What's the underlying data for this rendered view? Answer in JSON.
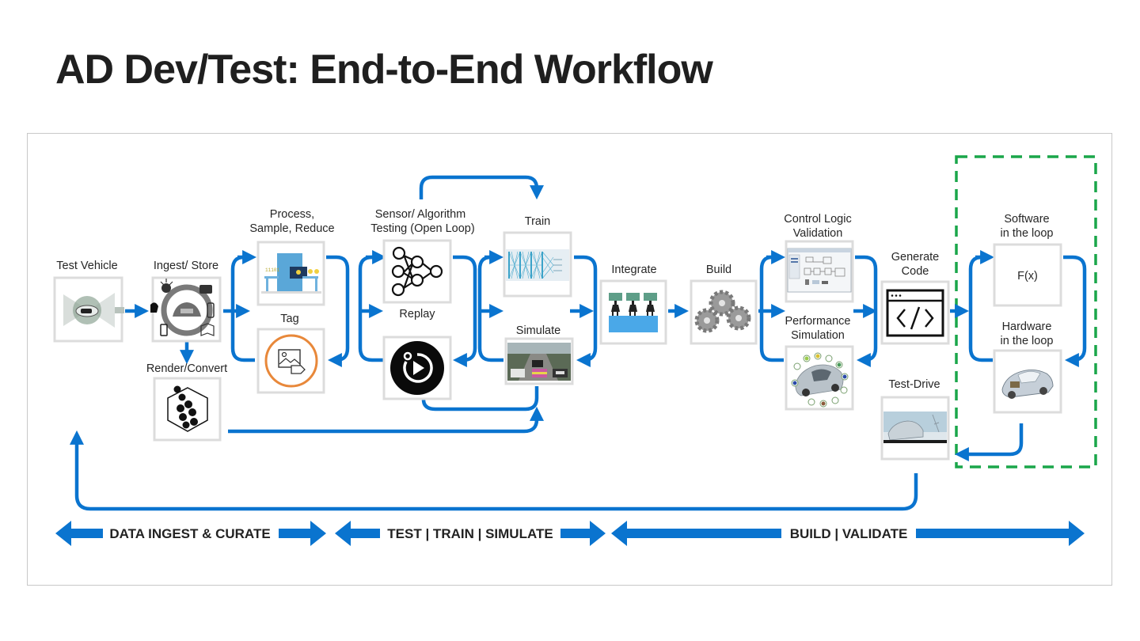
{
  "page_title": "AD Dev/Test: End-to-End Workflow",
  "colors": {
    "flow_arrow": "#0a74cf",
    "loop_box_dash": "#1aa64a",
    "tag_ring": "#e8883a",
    "box_border": "#dcdcdc"
  },
  "nodes": {
    "test_vehicle": {
      "label": "Test Vehicle",
      "icon": "sensor-car-icon"
    },
    "ingest_store": {
      "label": "Ingest/ Store",
      "icon": "steering-wheel-sensors-icon"
    },
    "render_convert": {
      "label": "Render/Convert",
      "icon": "hexagon-cubes-icon"
    },
    "process": {
      "label_line1": "Process,",
      "label_line2": "Sample, Reduce",
      "icon": "data-machine-icon"
    },
    "tag": {
      "label": "Tag",
      "icon": "image-tag-icon"
    },
    "sensor_testing": {
      "label_line1": "Sensor/ Algorithm",
      "label_line2": "Testing (Open Loop)",
      "icon": "neural-network-icon"
    },
    "replay": {
      "label": "Replay",
      "icon": "replay-icon"
    },
    "train": {
      "label": "Train",
      "icon": "deep-network-icon"
    },
    "simulate": {
      "label": "Simulate",
      "icon": "driving-simulation-icon"
    },
    "integrate": {
      "label": "Integrate",
      "icon": "plug-integrate-icon"
    },
    "build": {
      "label": "Build",
      "icon": "gears-icon"
    },
    "control_logic": {
      "label_line1": "Control Logic",
      "label_line2": "Validation",
      "icon": "control-model-icon"
    },
    "performance_sim": {
      "label_line1": "Performance",
      "label_line2": "Simulation",
      "icon": "car-components-icon"
    },
    "generate_code": {
      "label_line1": "Generate",
      "label_line2": "Code",
      "icon": "code-window-icon"
    },
    "test_drive": {
      "label": "Test-Drive",
      "icon": "winter-car-icon"
    },
    "software_loop": {
      "label_line1": "Software",
      "label_line2": "in the loop",
      "content": "F(x)"
    },
    "hardware_loop": {
      "label_line1": "Hardware",
      "label_line2": "in the loop",
      "icon": "xray-car-icon"
    }
  },
  "phases": [
    {
      "label": "DATA INGEST & CURATE"
    },
    {
      "label": "TEST | TRAIN | SIMULATE"
    },
    {
      "label": "BUILD | VALIDATE"
    }
  ]
}
